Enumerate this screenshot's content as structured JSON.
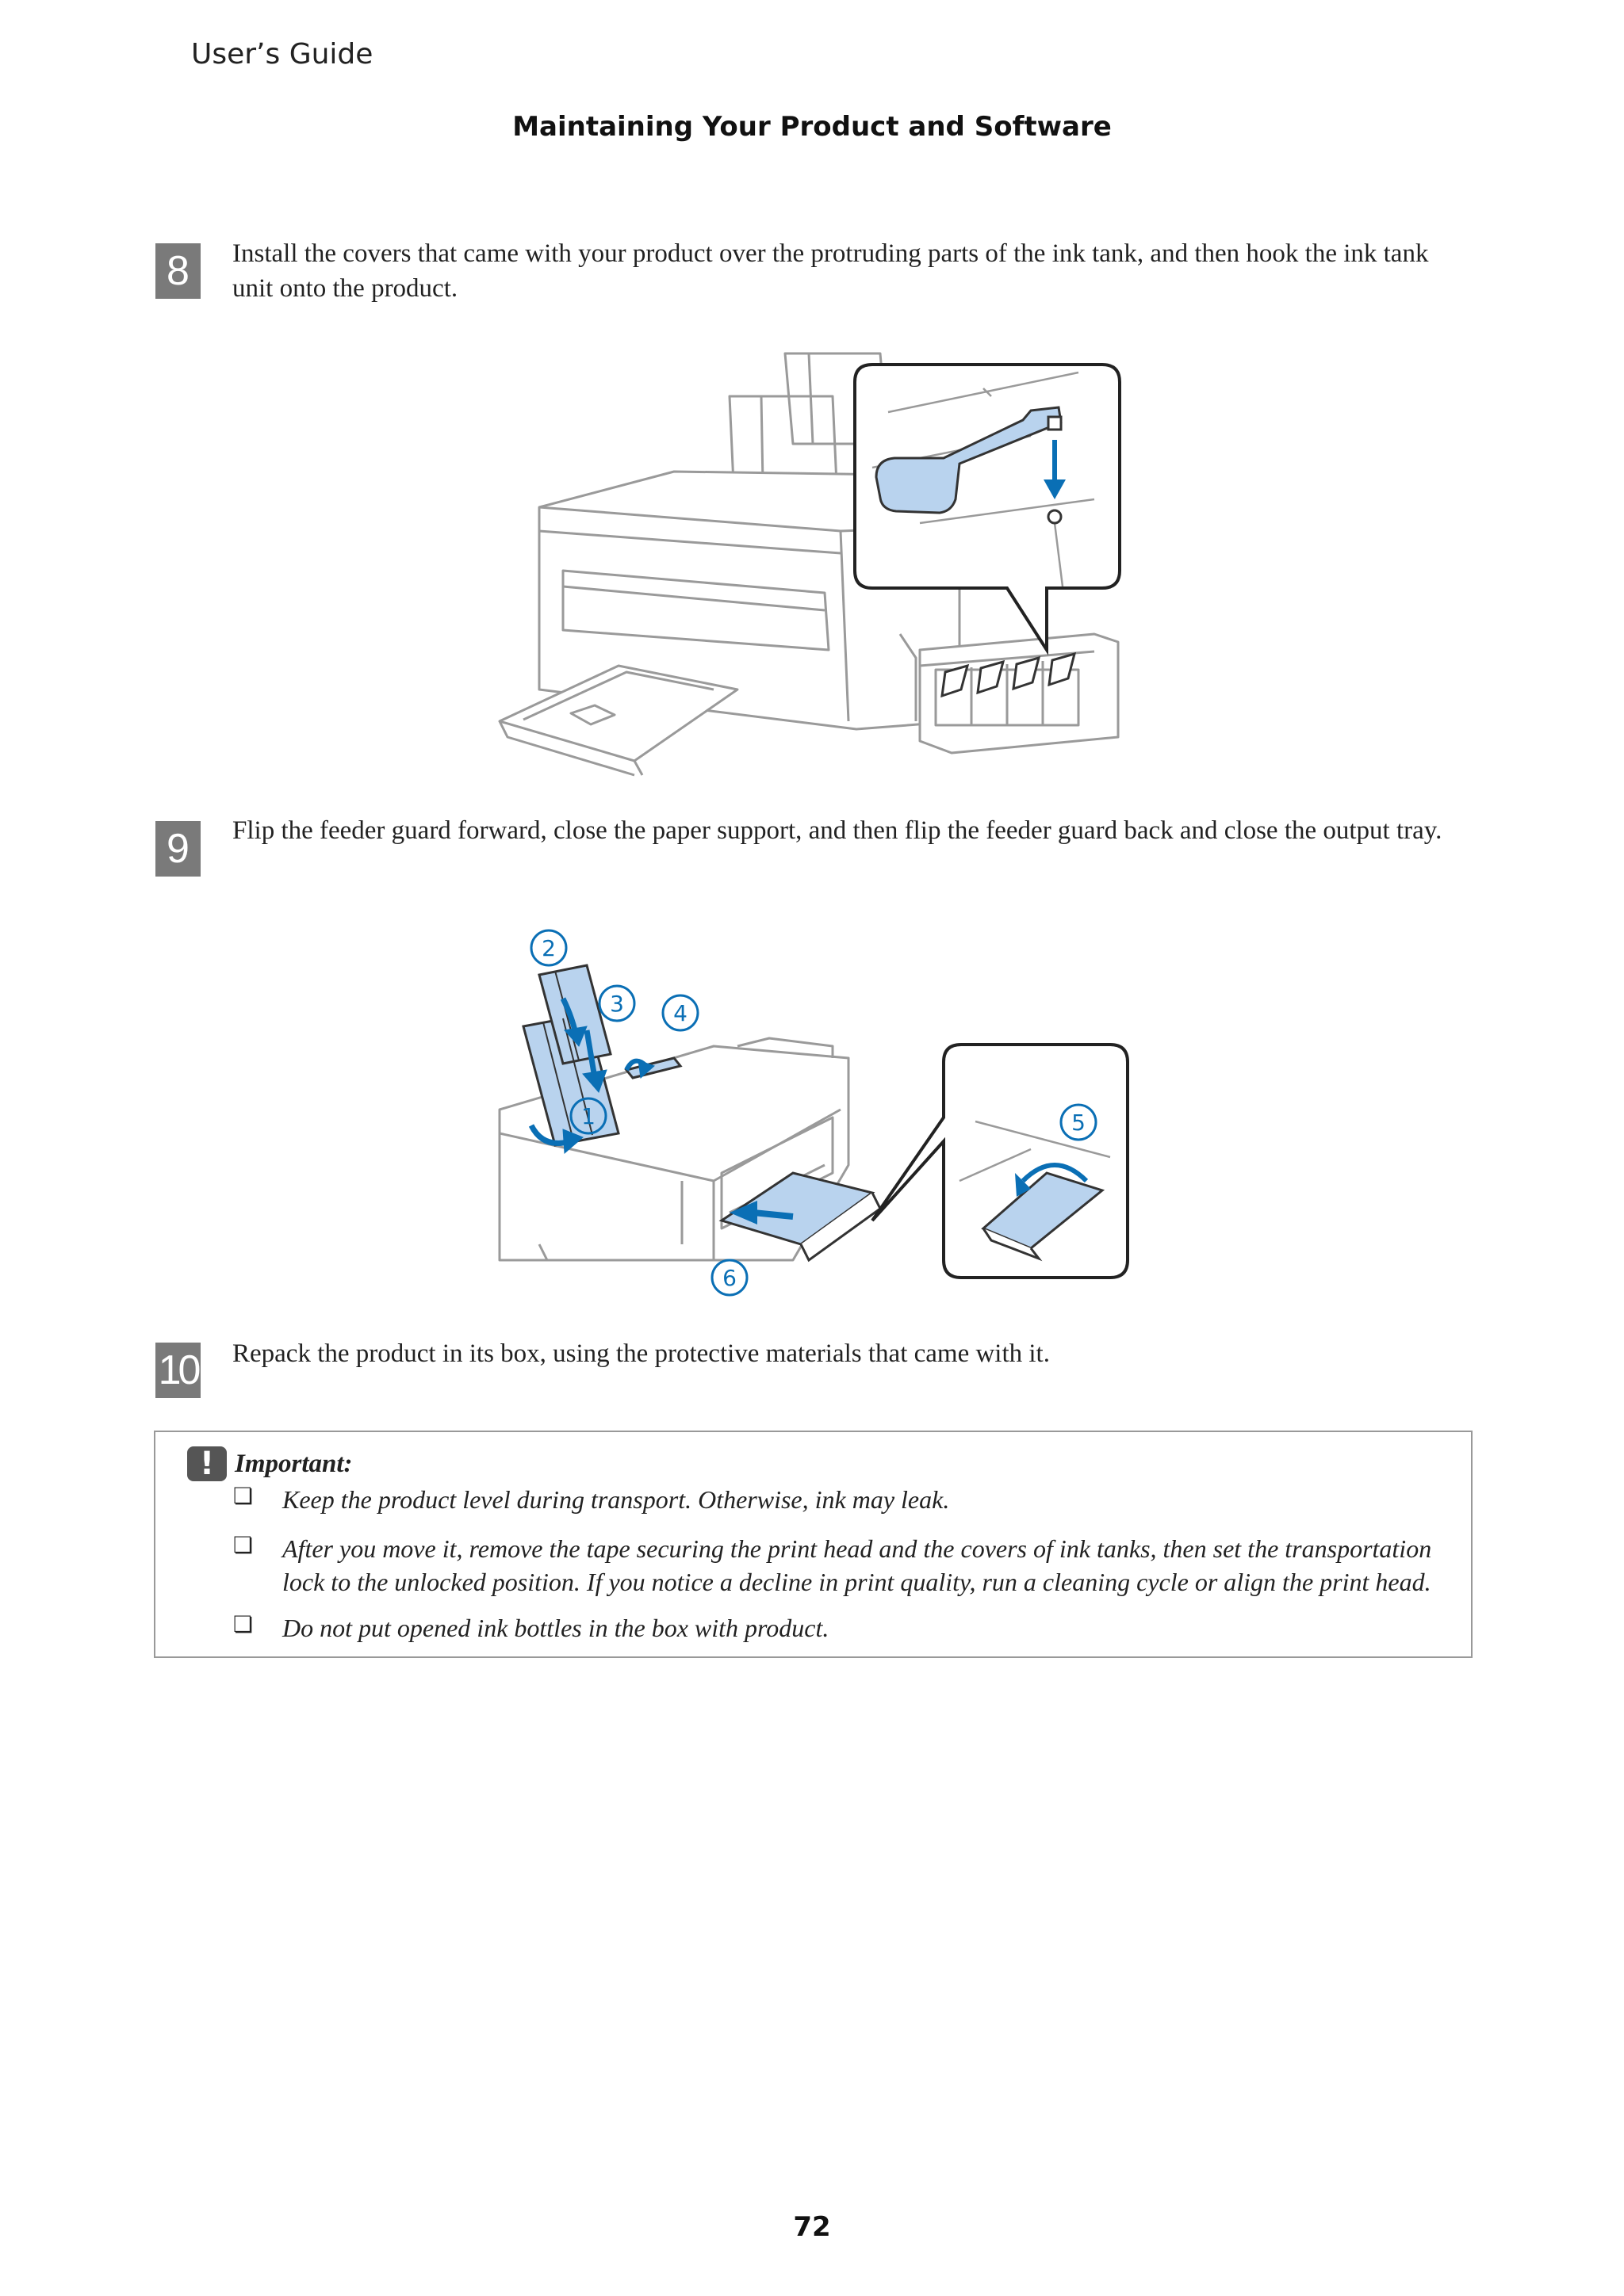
{
  "header": {
    "guide_title": "User’s Guide",
    "section_title": "Maintaining Your Product and Software"
  },
  "steps": [
    {
      "number": "8",
      "text": "Install the covers that came with your product over the protruding parts of the ink tank, and then hook the ink tank unit onto the product."
    },
    {
      "number": "9",
      "text": "Flip the feeder guard forward, close the paper support, and then flip the feeder guard back and close the output tray."
    },
    {
      "number": "10",
      "text": "Repack the product in its box, using the protective materials that came with it."
    }
  ],
  "figure2_callouts": [
    "2",
    "3",
    "4",
    "1",
    "5",
    "6"
  ],
  "important": {
    "icon": "exclamation-icon",
    "title": "Important:",
    "bullet": "❏",
    "items": [
      "Keep the product level during transport. Otherwise, ink may leak.",
      "After you move it, remove the tape securing the print head and the covers of ink tanks, then set the transportation lock to the unlocked position. If you notice a decline in print quality, run a cleaning cycle or align the print head.",
      "Do not put opened ink bottles in the box with product."
    ]
  },
  "footer": {
    "page_number": "72"
  },
  "colors": {
    "accent_blue": "#0a6fb5",
    "cover_fill": "#b9d3ee",
    "line_gray": "#9a9a9a",
    "step_badge": "#7a7a7a"
  }
}
